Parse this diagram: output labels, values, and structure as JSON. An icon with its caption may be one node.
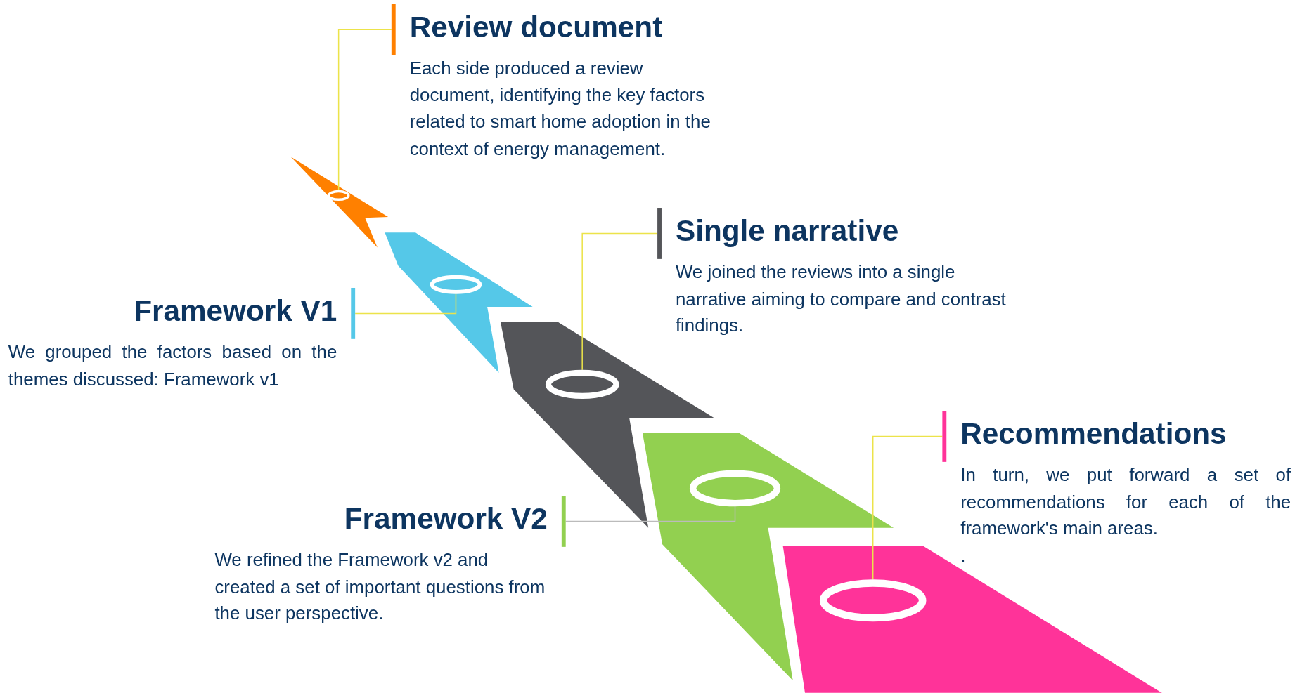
{
  "diagram": {
    "nodes": [
      {
        "text": [
          "Review document",
          "Each side produced a review document, identifying the key factors related to smart home adoption in the context of energy management."
        ]
      },
      {
        "text": [
          "Framework V1",
          "We grouped the factors based on the themes discussed: Framework v1"
        ]
      },
      {
        "text": [
          "Single narrative",
          "We joined the reviews into a single narrative aiming to compare and contrast findings."
        ]
      },
      {
        "text": [
          "Framework V2",
          "We refined the Framework v2 and created a set of important questions from the user perspective."
        ]
      },
      {
        "text": [
          "Recommendations",
          "In turn, we put forward a set of recommendations for each of the framework's main areas.",
          "."
        ]
      },
      {
        "text": [],
        "shape": "ring"
      },
      {
        "text": [],
        "shape": "ring"
      },
      {
        "text": [],
        "shape": "ring"
      },
      {
        "text": [],
        "shape": "ring"
      },
      {
        "text": [],
        "shape": "ring"
      }
    ],
    "edges": [
      {
        "from": 0,
        "to": 5,
        "arrow": "none"
      },
      {
        "from": 1,
        "to": 6,
        "arrow": "none"
      },
      {
        "from": 2,
        "to": 7,
        "arrow": "none"
      },
      {
        "from": 3,
        "to": 8,
        "arrow": "none",
        "color": "#bbbbbb"
      },
      {
        "from": 4,
        "to": 9,
        "arrow": "none"
      }
    ]
  }
}
